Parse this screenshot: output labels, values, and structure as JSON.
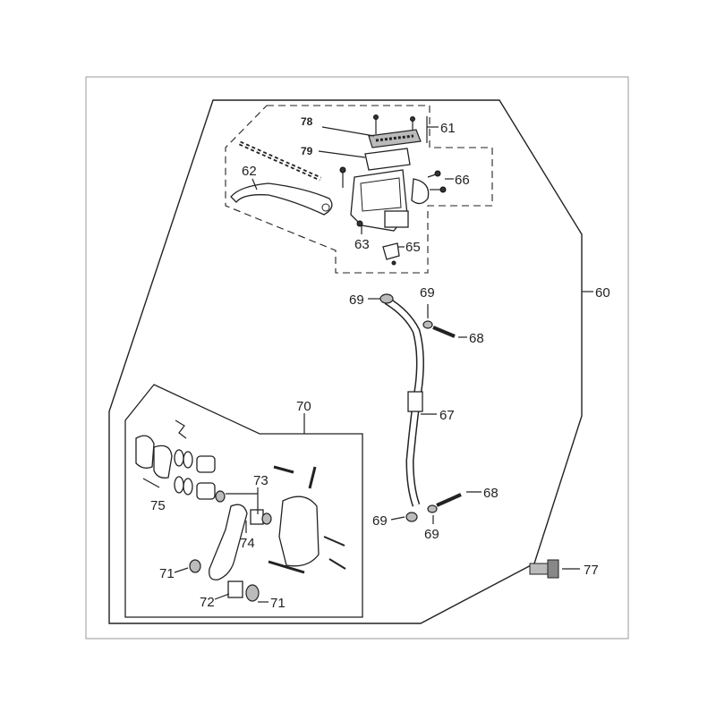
{
  "labels": {
    "l60": "60",
    "l61": "61",
    "l62": "62",
    "l63": "63",
    "l65": "65",
    "l66": "66",
    "l67": "67",
    "l68a": "68",
    "l68b": "68",
    "l69a": "69",
    "l69b": "69",
    "l69c": "69",
    "l69d": "69",
    "l70": "70",
    "l71a": "71",
    "l71b": "71",
    "l72": "72",
    "l73": "73",
    "l74": "74",
    "l75": "75",
    "l77": "77",
    "l78": "78",
    "l79": "79"
  },
  "colors": {
    "line": "#222222",
    "frame": "#999999",
    "background": "#ffffff"
  }
}
